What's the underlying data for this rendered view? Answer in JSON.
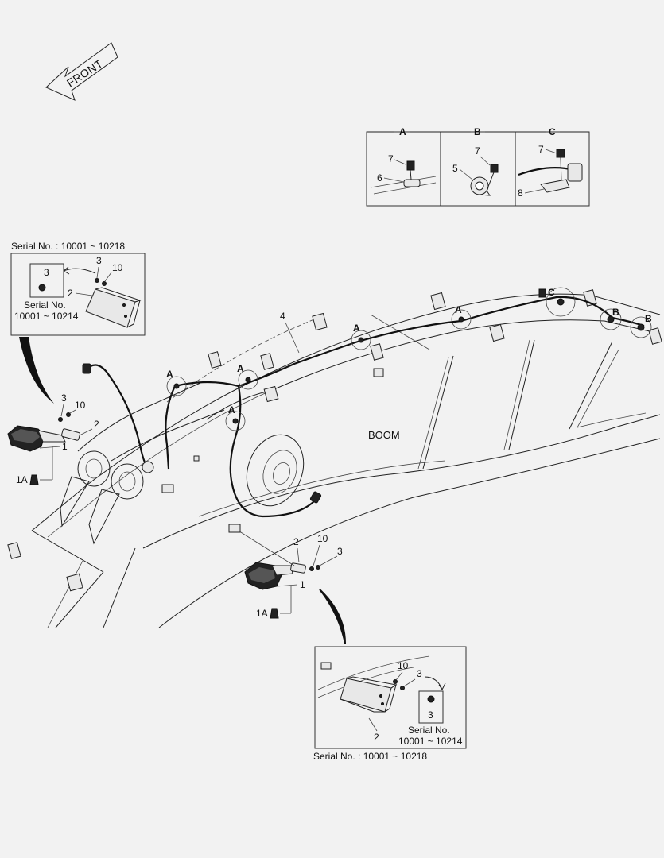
{
  "orientation": {
    "front_label": "FRONT"
  },
  "detail_views": {
    "A": {
      "title": "A",
      "callouts": [
        "7",
        "6"
      ]
    },
    "B": {
      "title": "B",
      "callouts": [
        "7",
        "5"
      ]
    },
    "C": {
      "title": "C",
      "callouts": [
        "7",
        "8"
      ]
    }
  },
  "inset_top_left": {
    "serial_header": "Serial No. : 10001 ~ 10218",
    "part_2": "2",
    "part_3": "3",
    "part_10": "10",
    "sub_part": "3",
    "sub_serial_label": "Serial No.",
    "sub_serial_range": "10001 ~ 10214"
  },
  "inset_bottom_right": {
    "serial_footer": "Serial No. : 10001 ~ 10218",
    "part_2": "2",
    "part_3": "3",
    "part_10": "10",
    "sub_part": "3",
    "sub_serial_label": "Serial No.",
    "sub_serial_range": "10001 ~ 10214"
  },
  "main": {
    "boom_label": "BOOM",
    "harness_callout": "4",
    "lamp_left": {
      "p3": "3",
      "p10": "10",
      "p2": "2",
      "p1": "1",
      "p1a": "1A"
    },
    "lamp_lower": {
      "p2": "2",
      "p10": "10",
      "p3": "3",
      "p1": "1",
      "p1a": "1A"
    },
    "view_markers": [
      "A",
      "A",
      "A",
      "A",
      "A",
      "C",
      "B",
      "B"
    ]
  }
}
